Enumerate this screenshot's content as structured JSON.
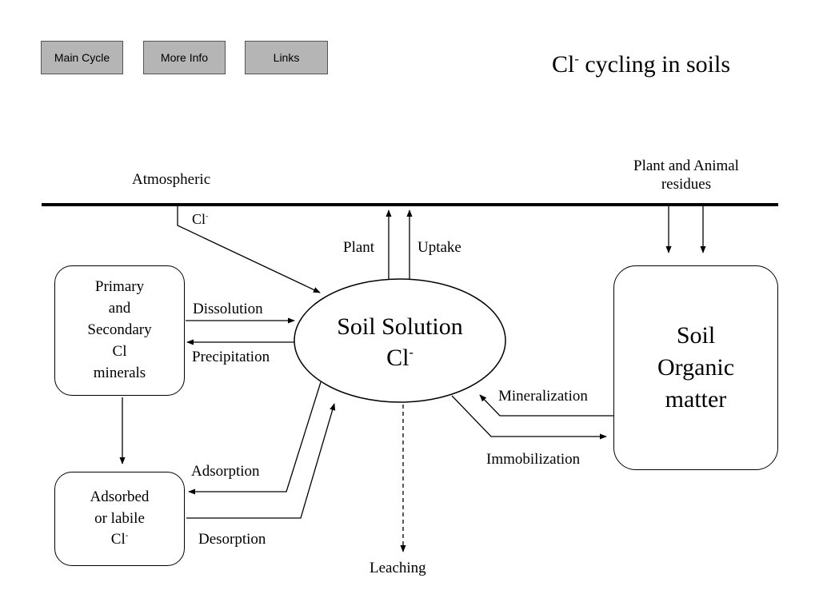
{
  "nav": {
    "main_cycle": "Main Cycle",
    "more_info": "More Info",
    "links": "Links"
  },
  "title": {
    "main": "Cl",
    "sup": "-",
    "rest": " cycling in soils"
  },
  "labels": {
    "atmospheric": "Atmospheric",
    "atm_cl": "Cl",
    "atm_cl_sup": "-",
    "plant_animal_line1": "Plant and Animal",
    "plant_animal_line2": "residues",
    "plant": "Plant",
    "uptake": "Uptake",
    "dissolution": "Dissolution",
    "precipitation": "Precipitation",
    "mineralization": "Mineralization",
    "immobilization": "Immobilization",
    "adsorption": "Adsorption",
    "desorption": "Desorption",
    "leaching": "Leaching"
  },
  "boxes": {
    "minerals": [
      "Primary",
      "and",
      "Secondary",
      "Cl",
      "minerals"
    ],
    "adsorbed_line1": "Adsorbed",
    "adsorbed_line2": "or labile",
    "adsorbed_line3": "Cl",
    "adsorbed_sup": "-",
    "som": [
      "Soil",
      "Organic",
      "matter"
    ]
  },
  "soil_solution": {
    "line1": "Soil Solution",
    "line2": "Cl",
    "sup": "-"
  }
}
